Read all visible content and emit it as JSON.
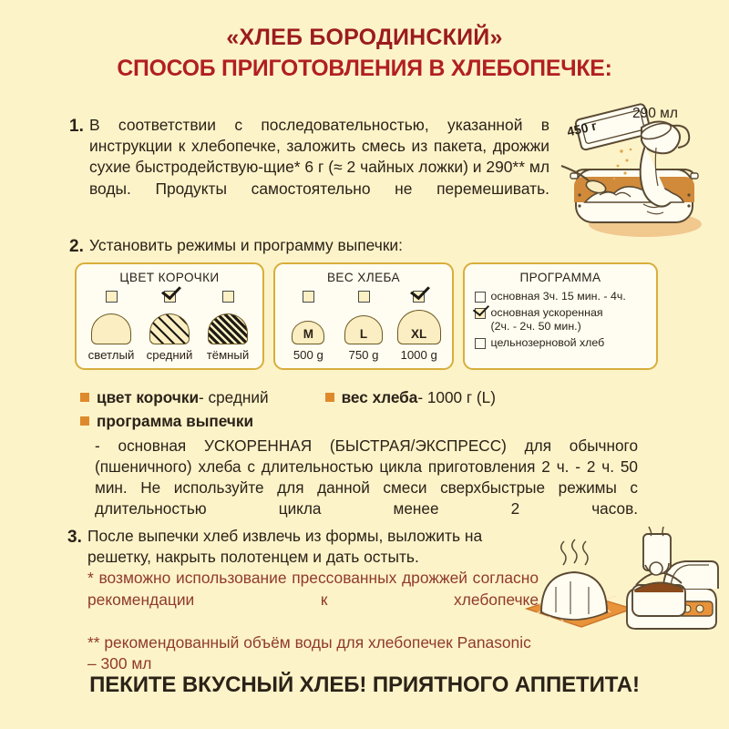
{
  "header": {
    "title_line1": "«ХЛЕБ БОРОДИНСКИЙ»",
    "title_line2": "СПОСОБ ПРИГОТОВЛЕНИЯ В ХЛЕБОПЕЧКЕ:"
  },
  "steps": {
    "step1_num": "1.",
    "step1_text": "В соответствии с последовательностью, указанной в инструкции к хлебопечке, заложить смесь из пакета, дрожжи сухие быстродействую-щие* 6 г (≈ 2 чайных ложки) и 290** мл воды. Продукты самостоятельно не перемешивать.",
    "step2_num": "2.",
    "step2_text": "Установить режимы и программу выпечки:",
    "step3_num": "3.",
    "step3_text": "После выпечки хлеб извлечь из формы, выложить на решетку, накрыть полотенцем и дать остыть.",
    "footnote1": "*  возможно использование прессованных дрожжей согласно рекомендации к хлебопечке",
    "footnote2": "** рекомендованный объём воды для хлебопечек Panasonic – 300 мл"
  },
  "crust_box": {
    "title": "ЦВЕТ КОРОЧКИ",
    "options": [
      {
        "label": "светлый",
        "checked": false,
        "shade": "light"
      },
      {
        "label": "средний",
        "checked": true,
        "shade": "medium"
      },
      {
        "label": "тёмный",
        "checked": false,
        "shade": "dark"
      }
    ]
  },
  "weight_box": {
    "title": "ВЕС ХЛЕБА",
    "options": [
      {
        "size": "M",
        "label": "500 g",
        "checked": false
      },
      {
        "size": "L",
        "label": "750 g",
        "checked": false
      },
      {
        "size": "XL",
        "label": "1000 g",
        "checked": true
      }
    ]
  },
  "program_box": {
    "title": "ПРОГРАММА",
    "options": [
      {
        "label": "основная 3ч. 15 мин. - 4ч.",
        "checked": false
      },
      {
        "label": "основная ускоренная",
        "sublabel": "(2ч. - 2ч. 50 мин.)",
        "checked": true
      },
      {
        "label": "цельнозерновой хлеб",
        "checked": false
      }
    ]
  },
  "summary": {
    "crust_label": "цвет корочки",
    "crust_value": " - средний",
    "weight_label": "вес хлеба",
    "weight_value": " - 1000 г (L)",
    "program_label": "программа выпечки",
    "program_text": "- основная УСКОРЕННАЯ (БЫСТРАЯ/ЭКСПРЕСС) для обычного (пшеничного) хлеба с длительностью цикла приготовления 2 ч. - 2 ч. 50 мин. Не используйте для данной смеси сверхбыстрые режимы с длительностью цикла менее 2 часов."
  },
  "illustration_top": {
    "packet_label": "450 г",
    "water_label": "290 мл"
  },
  "slogan": "ПЕКИТЕ ВКУСНЫЙ ХЛЕБ! ПРИЯТНОГО АППЕТИТА!",
  "colors": {
    "background": "#fdf3c9",
    "title_red": "#9b1b1e",
    "accent_orange": "#de8a2c",
    "box_border": "#d8ae3c",
    "note_brown": "#8f3b2a",
    "text_dark": "#2b2218"
  }
}
